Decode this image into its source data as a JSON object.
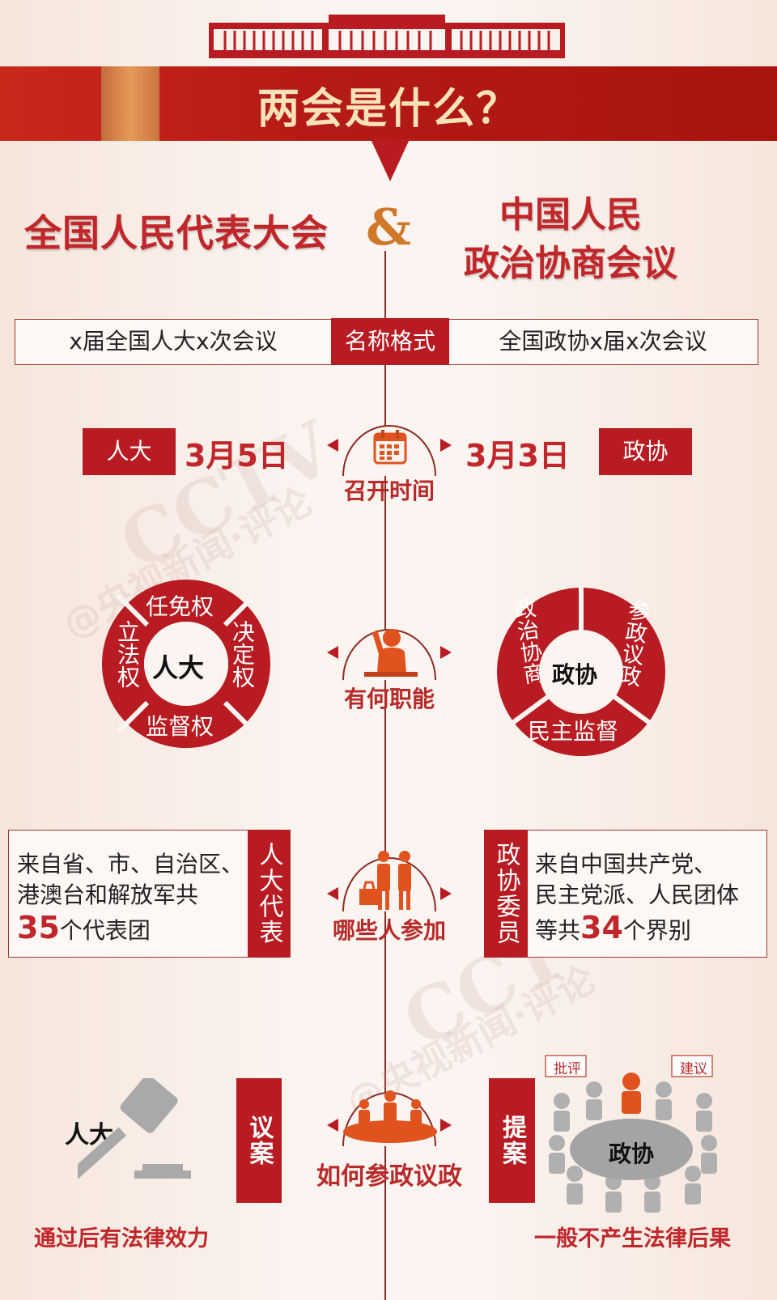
{
  "header": {
    "title": "两会是什么？"
  },
  "titles": {
    "left": "全国人民代表大会",
    "amp": "&",
    "right_line1": "中国人民",
    "right_line2": "政治协商会议"
  },
  "name_format": {
    "left": "x届全国人大x次会议",
    "label": "名称格式",
    "right": "全国政协x届x次会议"
  },
  "meeting_time": {
    "label": "召开时间",
    "left_tag": "人大",
    "left_date": "3月5日",
    "right_date": "3月3日",
    "right_tag": "政协",
    "icon": "calendar-icon"
  },
  "functions": {
    "label": "有何职能",
    "icon": "raised-hand-person-icon",
    "left": {
      "center": "人大",
      "segments": [
        "任免权",
        "决定权",
        "监督权",
        "立法权"
      ]
    },
    "right": {
      "center": "政协",
      "segments": [
        "政治协商",
        "参政议政",
        "民主监督"
      ]
    }
  },
  "participants": {
    "label": "哪些人参加",
    "icon": "delegates-icon",
    "left": {
      "tag": "人大代表",
      "line1": "来自省、市、自治区、",
      "line2": "港澳台和解放军共",
      "number": "35",
      "suffix": "个代表团"
    },
    "right": {
      "tag": "政协委员",
      "line1": "来自中国共产党、",
      "line2": "民主党派、人民团体",
      "prefix": "等共",
      "number": "34",
      "suffix": "个界别"
    }
  },
  "participation": {
    "label": "如何参政议政",
    "icon": "round-table-icon",
    "left": {
      "name": "人大",
      "tag": "议案",
      "result": "通过后有法律效力",
      "icon": "gavel-icon"
    },
    "right": {
      "name": "政协",
      "tag": "提案",
      "result": "一般不产生法律后果",
      "bubble_left": "批评",
      "bubble_right": "建议",
      "icon": "conference-table-icon"
    }
  },
  "watermark": {
    "logo": "CCTV",
    "text": "@央视新闻·评论"
  },
  "colors": {
    "primary_red": "#b81c22",
    "accent_orange": "#e0531e",
    "gray": "#a9a9a9",
    "background": "#f9eee8"
  }
}
